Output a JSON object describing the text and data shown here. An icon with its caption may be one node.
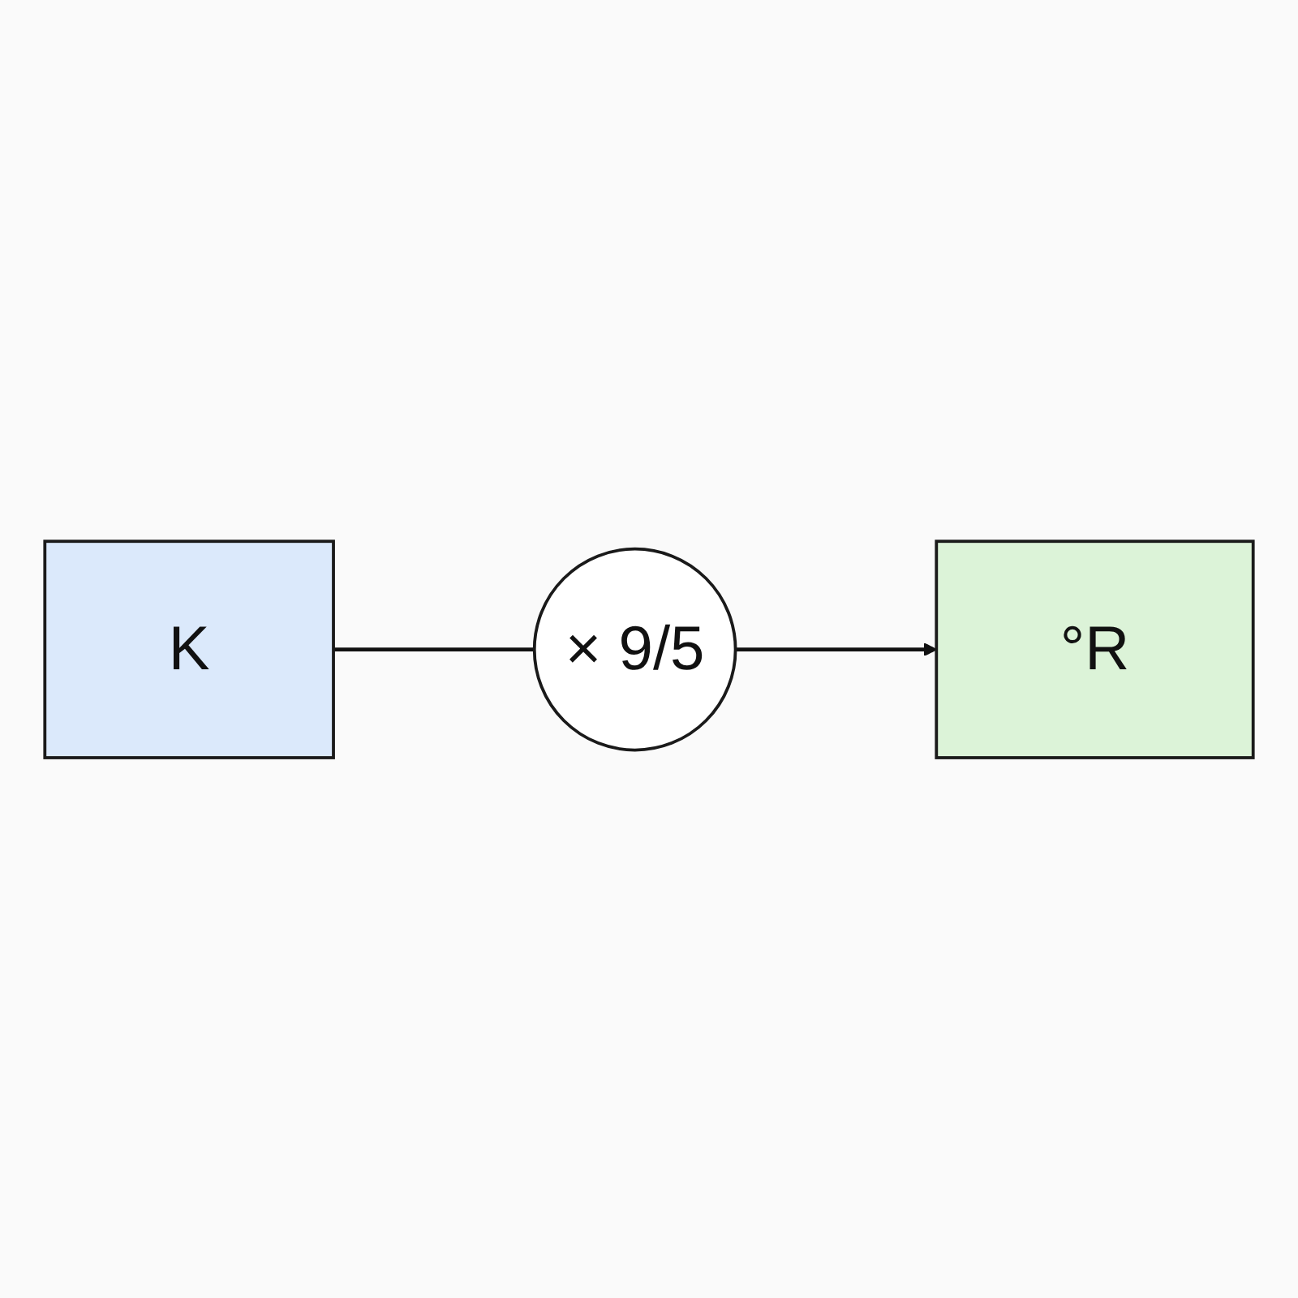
{
  "diagram": {
    "nodes": [
      {
        "text": [
          "K"
        ]
      },
      {
        "text": [
          "× 9/5"
        ]
      },
      {
        "text": [
          "°R"
        ]
      }
    ],
    "edges": [
      {
        "from": 0,
        "to": 1,
        "arrow": "none"
      },
      {
        "from": 1,
        "to": 2,
        "arrow": "to"
      }
    ]
  }
}
